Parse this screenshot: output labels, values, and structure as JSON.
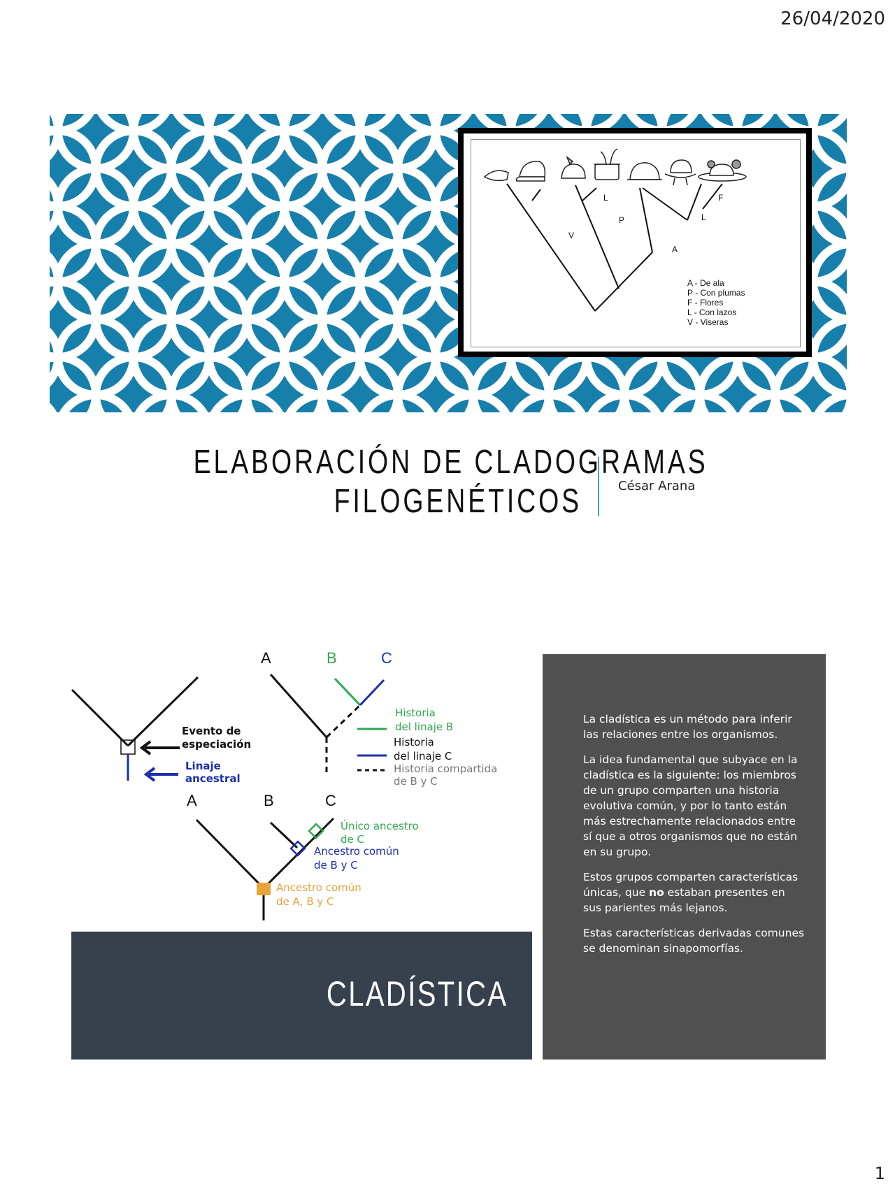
{
  "header": {
    "date": "26/04/2020"
  },
  "slide1": {
    "cladogram_labels": {
      "branch": [
        "V",
        "P",
        "L",
        "A",
        "L",
        "F"
      ],
      "legend": [
        "A - De ala",
        "P - Con plumas",
        "F - Flores",
        "L - Con lazos",
        "V - Viseras"
      ]
    },
    "title_line1": "ELABORACIÓN DE CLADOGRAMAS",
    "title_line2": "FILOGENÉTICOS",
    "author": "César Arana"
  },
  "slide2": {
    "diagram": {
      "top_left": {
        "event": [
          "Evento de",
          "especiación"
        ],
        "lineage": [
          "Linaje",
          "ancestral"
        ]
      },
      "top_right": {
        "taxa": [
          "A",
          "B",
          "C"
        ],
        "legend_b": [
          "Historia",
          "del linaje B"
        ],
        "legend_c": [
          "Historia",
          "del linaje C"
        ],
        "legend_shared": [
          "Historia compartida",
          "de B y C"
        ]
      },
      "bottom": {
        "taxa": [
          "A",
          "B",
          "C"
        ],
        "unique_c": [
          "Único ancestro",
          "de C"
        ],
        "common_bc": [
          "Ancestro común",
          "de B y C"
        ],
        "common_abc": [
          "Ancestro común",
          "de A, B y C"
        ]
      }
    },
    "section_title": "CLADÍSTICA",
    "paragraphs": {
      "p1": "La cladística es un método para inferir las relaciones entre los organismos.",
      "p2": "La idea fundamental que subyace en la cladística es la siguiente: los miembros de un grupo comparten una historia evolutiva común, y por lo tanto están más estrechamente relacionados entre sí que a otros organismos que no están en su grupo.",
      "p3_before": "Estos grupos comparten características únicas, que ",
      "p3_bold": "no",
      "p3_after": " estaban presentes en sus parientes más lejanos.",
      "p4": "Estas características derivadas comunes se denominan sinapomorfías."
    }
  },
  "footer": {
    "page_number": "1"
  },
  "colors": {
    "banner_blue": "#177fab",
    "section_box": "#37414e",
    "text_panel": "#505050",
    "divider": "#4a9cc4",
    "green": "#2fa84f",
    "blue": "#1c2fa8",
    "orange": "#e8a33d"
  }
}
